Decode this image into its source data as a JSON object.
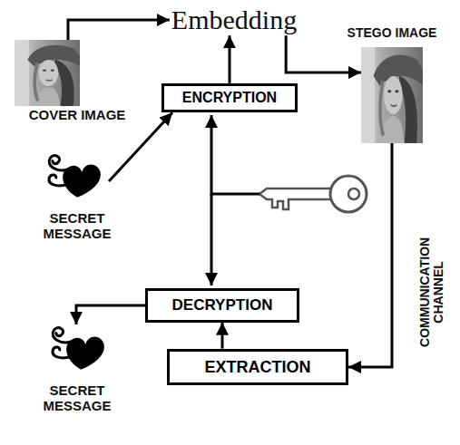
{
  "diagram": {
    "nodes": [
      {
        "text": [
          "Embedding"
        ]
      },
      {
        "text": [
          "COVER IMAGE"
        ]
      },
      {
        "text": [
          "ENCRYPTION"
        ]
      },
      {
        "text": [
          "STEGO IMAGE"
        ]
      },
      {
        "text": [
          "SECRET MESSAGE"
        ]
      },
      {
        "text": [
          "DECRYPTION"
        ]
      },
      {
        "text": [
          "EXTRACTION"
        ]
      },
      {
        "text": [
          "SECRET MESSAGE"
        ]
      }
    ],
    "edges": [
      {
        "from": 1,
        "to": 0,
        "arrow": "to"
      },
      {
        "from": 2,
        "to": 0,
        "arrow": "to"
      },
      {
        "from": 0,
        "to": 3,
        "arrow": "to"
      },
      {
        "from": 4,
        "to": 2,
        "arrow": "to"
      },
      {
        "from": 3,
        "to": 6,
        "label": "COMMUNICATION CHANNEL",
        "arrow": "to"
      },
      {
        "from": 6,
        "to": 5,
        "arrow": "to"
      },
      {
        "from": 5,
        "to": 7,
        "arrow": "to"
      }
    ]
  }
}
